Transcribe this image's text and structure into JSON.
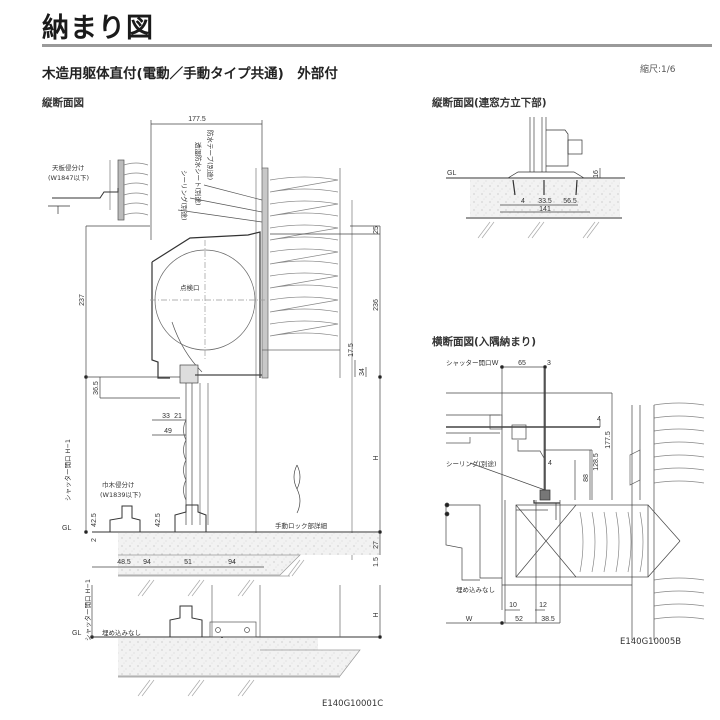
{
  "header": {
    "title": "納まり図",
    "subtitle": "木造用躯体直付(電動／手動タイプ共通)　外部付",
    "scale": "縮尺:1/6"
  },
  "sections": {
    "vertical": {
      "label": "縦断面図",
      "code": "E140G10001C",
      "notes": {
        "tenban": "天板侵分け",
        "tenban_w": "(W1847以下)",
        "ichiki": "巾木侵分け",
        "ichiki_w": "(W1839以下)",
        "inspection": "点検口",
        "manual_lock": "手動ロック部詳細",
        "sealing": "シーリング(別途)",
        "moisture_sheet": "透湿防水シート(別途)",
        "waterproof_tape": "防水テープ(別途)",
        "opening_h": "シャッター開口 H−1",
        "gl": "GL",
        "no_embed": "埋め込みなし",
        "h": "H"
      },
      "dimensions": {
        "top_width": "177.5",
        "d237": "237",
        "d236": "236",
        "d25": "25",
        "d17_5": "17.5",
        "d34": "34",
        "d36_5": "36.5",
        "d33": "33",
        "d21": "21",
        "d49": "49",
        "d42_5a": "42.5",
        "d42_5b": "42.5",
        "d2": "2",
        "d48_5": "48.5",
        "d94a": "94",
        "d51": "51",
        "d94b": "94",
        "d27": "27",
        "d1_5": "1.5"
      }
    },
    "mullion": {
      "label": "縦断面図(連窓方立下部)",
      "gl": "GL",
      "dimensions": {
        "d4": "4",
        "d33_5": "33.5",
        "d56_5": "56.5",
        "d141": "141",
        "d16": "16"
      }
    },
    "horizontal": {
      "label": "横断面図(入隅納まり)",
      "code": "E140G10005B",
      "notes": {
        "opening_w": "シャッター開口",
        "w": "W",
        "sealing": "シーリング(別途)",
        "no_embed": "埋め込みなし",
        "w_bottom": "W"
      },
      "dimensions": {
        "d65": "65",
        "d3": "3",
        "d4a": "4",
        "d4b": "4",
        "d177_5": "177.5",
        "d128_5": "128.5",
        "d88": "88",
        "d10": "10",
        "d12": "12",
        "d52": "52",
        "d38_5": "38.5"
      }
    }
  }
}
